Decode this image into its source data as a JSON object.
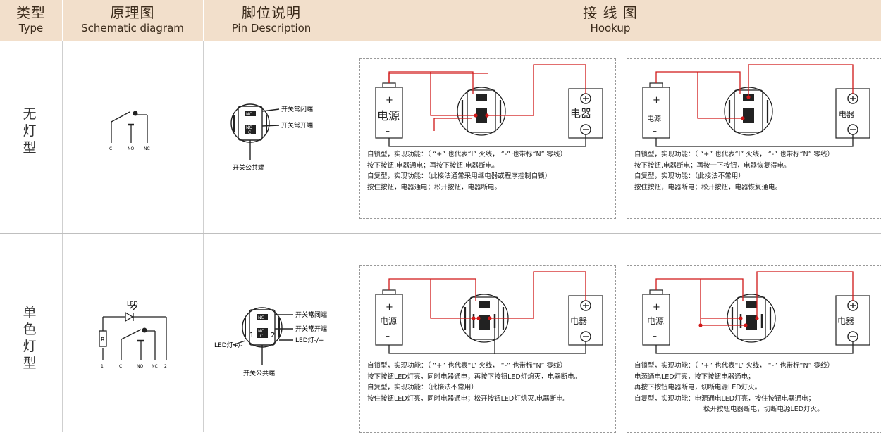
{
  "header": {
    "type_zh": "类型",
    "type_en": "Type",
    "schematic_zh": "原理图",
    "schematic_en": "Schematic diagram",
    "pin_zh": "脚位说明",
    "pin_en": "Pin Description",
    "hookup_zh": "接 线 图",
    "hookup_en": "Hookup"
  },
  "rows": [
    {
      "label": [
        "无",
        "灯",
        "型"
      ],
      "schematic": {
        "pins": [
          "C",
          "NO",
          "NC"
        ]
      },
      "pin": {
        "nc_label": "开关常闭端",
        "no_label": "开关常开端",
        "com_label": "开关公共端",
        "nc_mark": "NC",
        "no_mark": "NO",
        "c_mark": "C"
      },
      "panels": [
        {
          "power": "电源",
          "load": "电器",
          "plus": "+",
          "minus": "–",
          "lines": [
            "自锁型，实现功能：（ “+” 也代表“L” 火线， “-” 也带标“N” 零线）",
            "按下按钮,电器通电；再按下按钮,电器断电。",
            "自复型，实现功能：（此接法通常采用继电器或程序控制自锁）",
            "按住按钮，电器通电；松开按钮，电器断电。"
          ]
        },
        {
          "power": "电源",
          "load": "电器",
          "plus": "+",
          "minus": "–",
          "lines": [
            "自锁型，实现功能：（ “+” 也代表“L” 火线， “-” 也带标“N” 零线）",
            "按下按钮,电器断电；再按一下按钮，电器恢复得电。",
            "自复型，实现功能：（此接法不常用）",
            "按住按钮，电器断电；松开按钮，电器恢复通电。"
          ]
        }
      ]
    },
    {
      "label": [
        "单",
        "色",
        "灯",
        "型"
      ],
      "schematic": {
        "pins": [
          "1",
          "C",
          "NO",
          "NC",
          "2"
        ],
        "led": "LED",
        "r": "R"
      },
      "pin": {
        "nc_label": "开关常闭端",
        "no_label": "开关常开端",
        "com_label": "开关公共端",
        "led_left": "LED灯+/-",
        "led_right": "LED灯-/+",
        "nc_mark": "NC",
        "no_mark": "NO",
        "c_mark": "C",
        "n1": "1",
        "n2": "2"
      },
      "panels": [
        {
          "power": "电源",
          "load": "电器",
          "plus": "+",
          "minus": "–",
          "lines": [
            "自锁型，实现功能：（ “+” 也代表“L” 火线， “-” 也带标“N” 零线）",
            "按下按钮LED灯亮，同时电器通电；再按下按钮LED灯熄灭，电器断电。",
            "自复型，实现功能：（此接法不常用）",
            "按住按钮LED灯亮，同时电器通电；松开按钮LED灯熄灭,电器断电。"
          ]
        },
        {
          "power": "电源",
          "load": "电器",
          "plus": "+",
          "minus": "–",
          "lines": [
            "自锁型，实现功能：（ “+” 也代表“L” 火线， “-” 也带标“N” 零线）",
            "电源通电LED灯亮，按下按钮电器通电；",
            "再按下按钮电器断电，切断电源LED灯灭。",
            "自复型，实现功能：电源通电LED灯亮，按住按钮电器通电；",
            "松开按钮电器断电，切断电源LED灯灭。"
          ]
        }
      ]
    }
  ]
}
